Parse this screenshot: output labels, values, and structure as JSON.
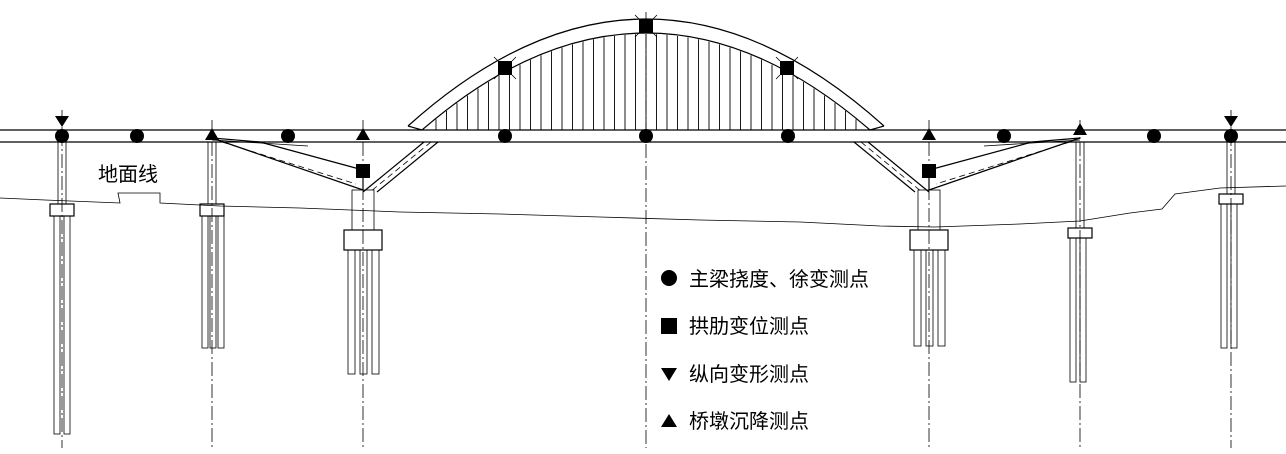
{
  "ground_label": "地面线",
  "legend": [
    {
      "symbol": "circle",
      "label": "主梁挠度、徐变测点"
    },
    {
      "symbol": "square",
      "label": "拱肋变位测点"
    },
    {
      "symbol": "triangle-down",
      "label": "纵向变形测点"
    },
    {
      "symbol": "triangle-up",
      "label": "桥墩沉降测点"
    }
  ],
  "stroke_color": "#000000",
  "background_color": "#ffffff"
}
